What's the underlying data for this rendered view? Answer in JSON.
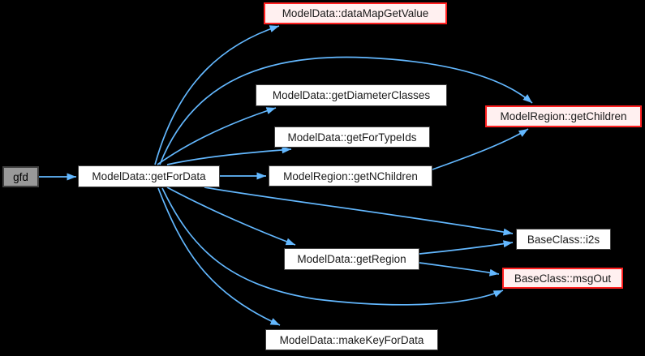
{
  "diagram": {
    "kind": "doxygen-call-graph",
    "root": "gfd"
  },
  "nodes": [
    {
      "id": "gfd",
      "label": "gfd",
      "style": "root"
    },
    {
      "id": "getForData",
      "label": "ModelData::getForData",
      "style": "plain"
    },
    {
      "id": "dataMapGetValue",
      "label": "ModelData::dataMapGetValue",
      "style": "highlighted"
    },
    {
      "id": "getDiameterClasses",
      "label": "ModelData::getDiameterClasses",
      "style": "plain"
    },
    {
      "id": "getForTypeIds",
      "label": "ModelData::getForTypeIds",
      "style": "plain"
    },
    {
      "id": "getNChildren",
      "label": "ModelRegion::getNChildren",
      "style": "plain"
    },
    {
      "id": "getChildren",
      "label": "ModelRegion::getChildren",
      "style": "highlighted"
    },
    {
      "id": "i2s",
      "label": "BaseClass::i2s",
      "style": "plain"
    },
    {
      "id": "getRegion",
      "label": "ModelData::getRegion",
      "style": "plain"
    },
    {
      "id": "msgOut",
      "label": "BaseClass::msgOut",
      "style": "highlighted"
    },
    {
      "id": "makeKeyForData",
      "label": "ModelData::makeKeyForData",
      "style": "plain"
    }
  ],
  "edges": [
    {
      "from": "gfd",
      "to": "getForData"
    },
    {
      "from": "getForData",
      "to": "dataMapGetValue"
    },
    {
      "from": "getForData",
      "to": "getChildren"
    },
    {
      "from": "getForData",
      "to": "getDiameterClasses"
    },
    {
      "from": "getForData",
      "to": "getForTypeIds"
    },
    {
      "from": "getForData",
      "to": "getNChildren"
    },
    {
      "from": "getForData",
      "to": "getRegion"
    },
    {
      "from": "getForData",
      "to": "i2s"
    },
    {
      "from": "getForData",
      "to": "msgOut"
    },
    {
      "from": "getForData",
      "to": "makeKeyForData"
    },
    {
      "from": "getNChildren",
      "to": "getChildren"
    },
    {
      "from": "getRegion",
      "to": "i2s"
    },
    {
      "from": "getRegion",
      "to": "msgOut"
    }
  ],
  "colors": {
    "background": "#000000",
    "edge": "#63b8ff",
    "node_fill": "#ffffff",
    "node_border": "#404040",
    "root_fill": "#999999",
    "highlight_fill": "#fff0f0",
    "highlight_border": "#ff2020",
    "text": "#1a1a1a"
  }
}
